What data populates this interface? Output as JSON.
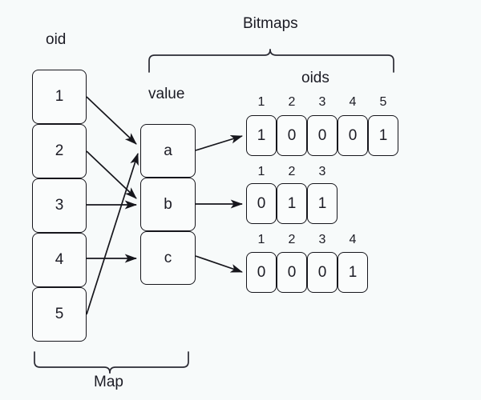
{
  "labels": {
    "oid": "oid",
    "value": "value",
    "bitmaps": "Bitmaps",
    "oids": "oids",
    "map": "Map"
  },
  "oid_column": {
    "header": "oid",
    "cells": [
      "1",
      "2",
      "3",
      "4",
      "5"
    ]
  },
  "value_column": {
    "header": "value",
    "cells": [
      "a",
      "b",
      "c"
    ]
  },
  "bitmaps": {
    "group_label": "Bitmaps",
    "index_label": "oids",
    "rows": [
      {
        "key": "a",
        "headers": [
          "1",
          "2",
          "3",
          "4",
          "5"
        ],
        "bits": [
          "1",
          "0",
          "0",
          "0",
          "1"
        ]
      },
      {
        "key": "b",
        "headers": [
          "1",
          "2",
          "3"
        ],
        "bits": [
          "0",
          "1",
          "1"
        ]
      },
      {
        "key": "c",
        "headers": [
          "1",
          "2",
          "3",
          "4"
        ],
        "bits": [
          "0",
          "0",
          "0",
          "1"
        ]
      }
    ]
  },
  "mappings": [
    {
      "from": "1",
      "to": "a"
    },
    {
      "from": "2",
      "to": "b"
    },
    {
      "from": "3",
      "to": "b"
    },
    {
      "from": "4",
      "to": "c"
    },
    {
      "from": "5",
      "to": "a"
    }
  ],
  "colors": {
    "background": "#f7fafa",
    "stroke": "#16161c",
    "text": "#1b1b24",
    "cell_fill": "#fafcfc"
  }
}
